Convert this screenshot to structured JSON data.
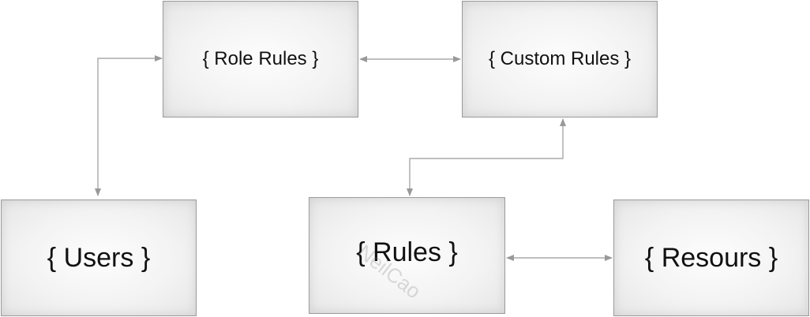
{
  "nodes": {
    "role_rules": "{ Role Rules }",
    "custom_rules": "{ Custom Rules }",
    "users": "{ Users }",
    "rules": "{ Rules }",
    "resources": "{ Resours }"
  },
  "watermark": "NeilCao",
  "colors": {
    "connector": "#999999",
    "border": "#9a9a9a",
    "text": "#111111"
  }
}
